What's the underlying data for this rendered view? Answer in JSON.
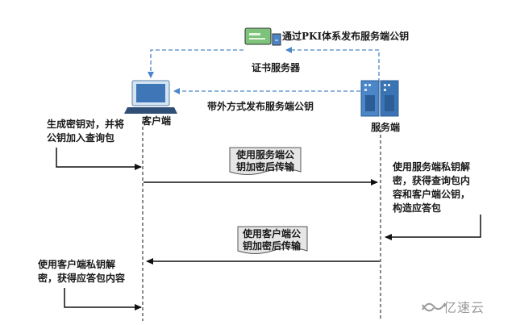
{
  "top": {
    "cert_publish_label": "通过PKI体系发布服务端公钥",
    "cert_server_label": "证书服务器",
    "oob_label": "带外方式发布服务端公钥"
  },
  "actors": {
    "client_label": "客户端",
    "server_label": "服务端"
  },
  "steps": {
    "client_prepare": [
      "生成密钥对，并将",
      "公钥加入查询包"
    ],
    "msg1": [
      "使用服务端公",
      "钥加密后传输"
    ],
    "server_process": [
      "使用服务端私钥解",
      "密，获得查询包内",
      "容和客户端公钥，",
      "构造应答包"
    ],
    "msg2": [
      "使用客户端公",
      "钥加密后传输"
    ],
    "client_finish": [
      "使用客户端私钥解",
      "密，获得应答包内容"
    ]
  },
  "watermark": "亿速云",
  "colors": {
    "dashed_arrow": "#4a86c8",
    "line": "#111111",
    "banner_fill": "#e6e6e6"
  }
}
